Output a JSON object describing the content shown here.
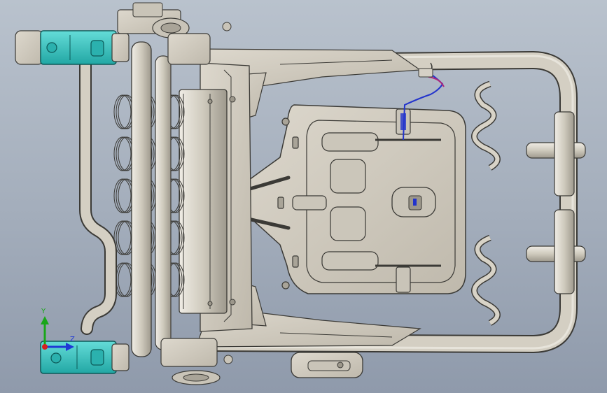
{
  "app": {
    "view": "cad-3d-viewport",
    "model": "seat-frame-assembly",
    "background_top": "#b9c2cd",
    "background_bottom": "#8f9aab"
  },
  "colors": {
    "part_fill": "#d6d1c6",
    "part_fill_dark": "#bdb8ac",
    "part_edge": "#3b3a36",
    "highlight_part": "#3fc7c4",
    "highlight_edge": "#0d5a58",
    "wire_blue": "#2233cc",
    "wire_magenta": "#b0287a"
  },
  "triad": {
    "x_label": "",
    "y_label": "Y",
    "z_label": "Z",
    "y_color": "#19a619",
    "z_color": "#1f39d6",
    "x_color": "#d62020"
  }
}
